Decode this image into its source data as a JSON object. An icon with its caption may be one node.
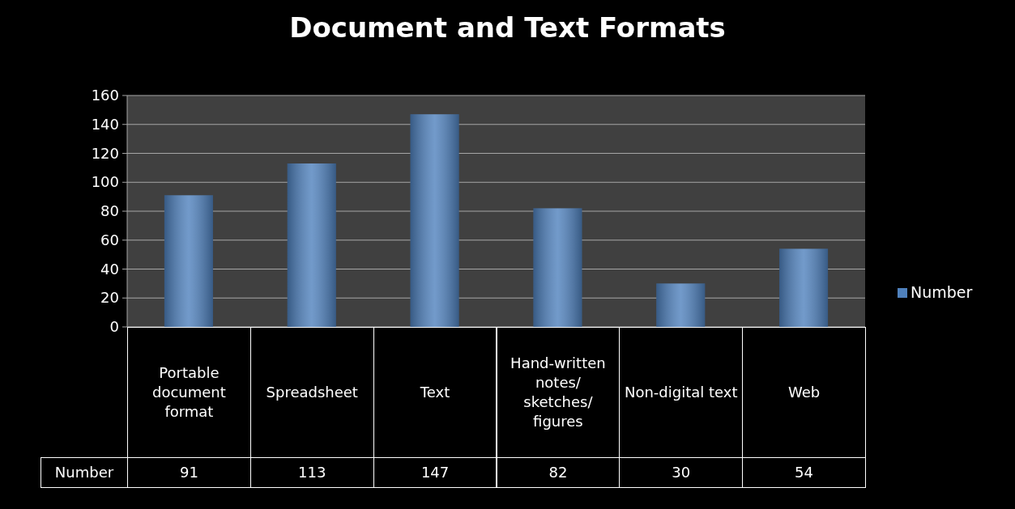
{
  "diagram": {
    "legend": [
      {
        "text": "Number",
        "color": "#4f81bd"
      }
    ],
    "chart_data": {
      "type": "bar",
      "title": "Document and Text Formats",
      "categories": [
        "Portable document format",
        "Spreadsheet",
        "Text",
        "Hand-written notes/ sketches/ figures",
        "Non-digital text",
        "Web"
      ],
      "series": [
        {
          "name": "Number",
          "color": "#4f81bd",
          "values": [
            91,
            113,
            147,
            82,
            30,
            54
          ]
        }
      ],
      "grid": true,
      "ylim": [
        0,
        160
      ],
      "yticks": [
        0,
        20,
        40,
        60,
        80,
        100,
        120,
        140,
        160
      ],
      "value_labels": [
        "91",
        "113",
        "147",
        "82",
        "30",
        "54"
      ]
    }
  }
}
